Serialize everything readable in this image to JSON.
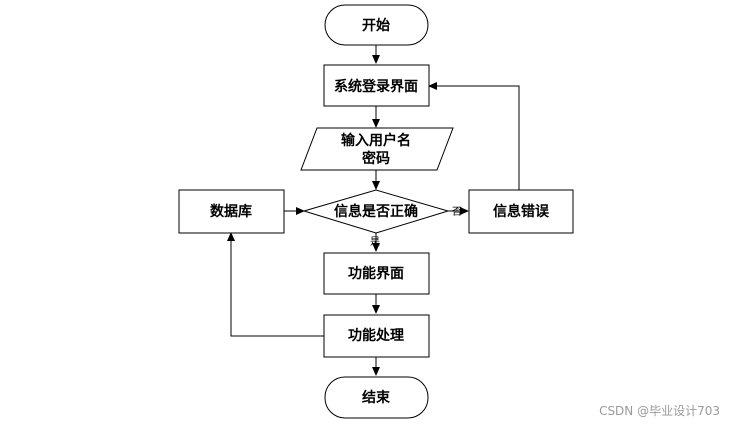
{
  "nodes": {
    "start": "开始",
    "login_screen": "系统登录界面",
    "input_line1": "输入用户名",
    "input_line2": "密码",
    "decision": "信息是否正确",
    "database": "数据库",
    "error": "信息错误",
    "function_screen": "功能界面",
    "function_process": "功能处理",
    "end": "结束"
  },
  "edges": {
    "no_label": "否",
    "yes_label": "是"
  },
  "watermark": "CSDN @毕业设计703"
}
